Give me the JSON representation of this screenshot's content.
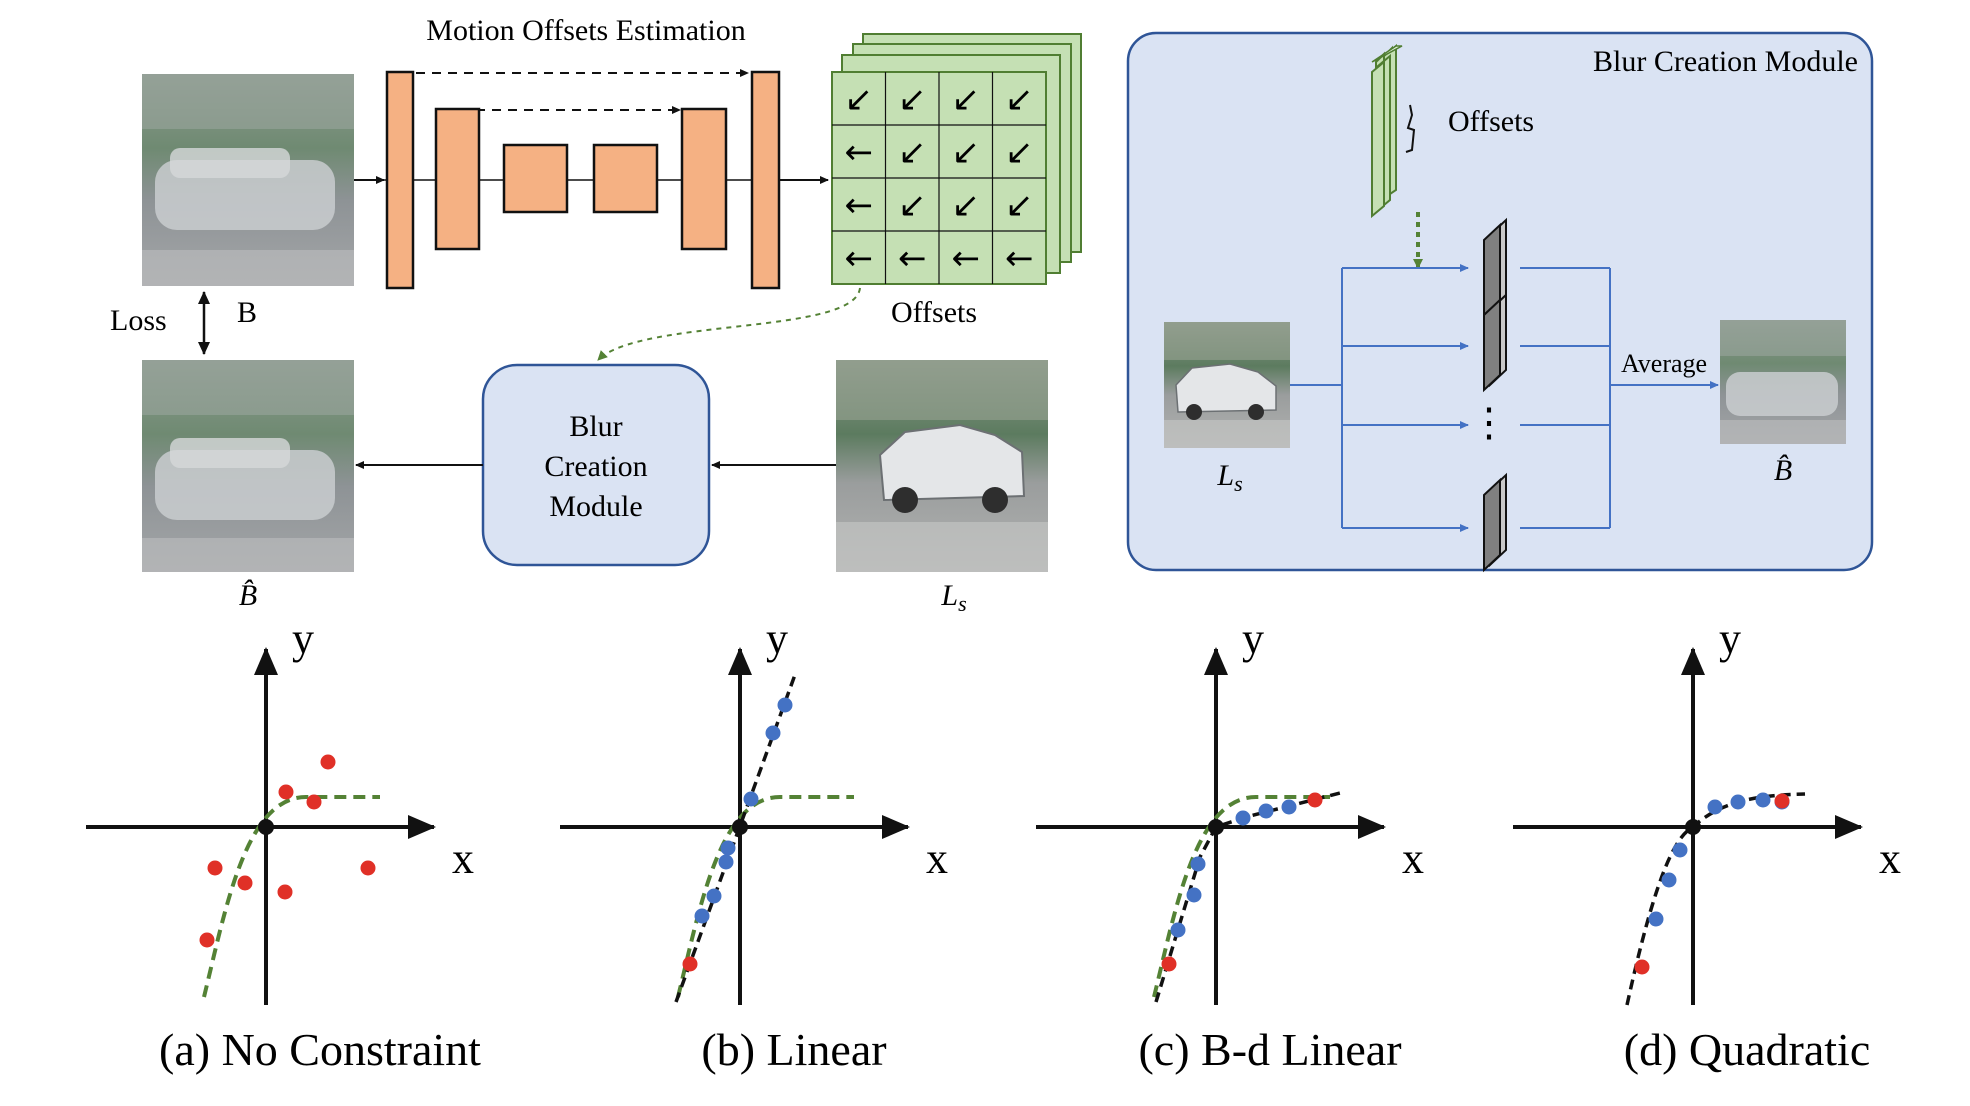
{
  "top_left": {
    "encoder_title": "Motion Offsets Estimation",
    "offsets_label": "Offsets",
    "loss_label": "Loss",
    "b_label": "B",
    "bhat_label": "B̂",
    "ls_label": "L",
    "ls_sub": "s",
    "bcm_line1": "Blur",
    "bcm_line2": "Creation",
    "bcm_line3": "Module",
    "offset_grid": [
      [
        "↙",
        "↙",
        "↙",
        "↙"
      ],
      [
        "←",
        "↙",
        "↙",
        "↙"
      ],
      [
        "←",
        "↙",
        "↙",
        "↙"
      ],
      [
        "←",
        "←",
        "←",
        "←"
      ]
    ]
  },
  "bcm_panel": {
    "title": "Blur Creation Module",
    "offsets_label": "Offsets",
    "average_label": "Average",
    "ls_label": "L",
    "ls_sub": "s",
    "bhat_label": "B̂",
    "vdots": "⋮"
  },
  "colors": {
    "encoder_block": "#f5b183",
    "grid_fill": "#c5e0b4",
    "grid_stroke": "#507e32",
    "panel_fill": "#dae3f3",
    "panel_stroke": "#2f5597",
    "blue_line": "#4472c4",
    "green_dash": "#548235",
    "red_point": "#e03027",
    "blue_point": "#4472c4"
  },
  "plots": [
    {
      "caption": "(a) No Constraint",
      "x_label": "x",
      "y_label": "y",
      "red_points": [
        [
          -59,
          113
        ],
        [
          -21,
          56
        ],
        [
          -51,
          41
        ],
        [
          19,
          65
        ],
        [
          102,
          41
        ],
        [
          62,
          -65
        ],
        [
          48,
          -25
        ],
        [
          20,
          -35
        ]
      ],
      "blue_points": [],
      "show_black_fit": false
    },
    {
      "caption": "(b) Linear",
      "x_label": "x",
      "y_label": "y",
      "red_points": [
        [
          -50,
          137
        ]
      ],
      "blue_points": [
        [
          -38,
          89
        ],
        [
          -26,
          69
        ],
        [
          -14,
          35
        ],
        [
          -12,
          21
        ],
        [
          11,
          -28
        ],
        [
          33,
          -94
        ],
        [
          45,
          -122
        ]
      ],
      "show_black_fit": true,
      "fit": "linear"
    },
    {
      "caption": "(c) B-d Linear",
      "x_label": "x",
      "y_label": "y",
      "red_points": [
        [
          -47,
          137
        ],
        [
          99,
          -27
        ]
      ],
      "blue_points": [
        [
          -38,
          103
        ],
        [
          -22,
          68
        ],
        [
          -18,
          37
        ],
        [
          27,
          -9
        ],
        [
          50,
          -16
        ],
        [
          73,
          -20
        ]
      ],
      "show_black_fit": true,
      "fit": "bounded"
    },
    {
      "caption": "(d) Quadratic",
      "x_label": "x",
      "y_label": "y",
      "red_points": [
        [
          -51,
          140
        ]
      ],
      "blue_points": [
        [
          -37,
          92
        ],
        [
          -24,
          53
        ],
        [
          -13,
          23
        ],
        [
          22,
          -20
        ],
        [
          45,
          -25
        ],
        [
          70,
          -27
        ],
        [
          89,
          -25
        ]
      ],
      "red_end": [
        89,
        -26
      ],
      "show_black_fit": true,
      "fit": "quadratic"
    }
  ]
}
